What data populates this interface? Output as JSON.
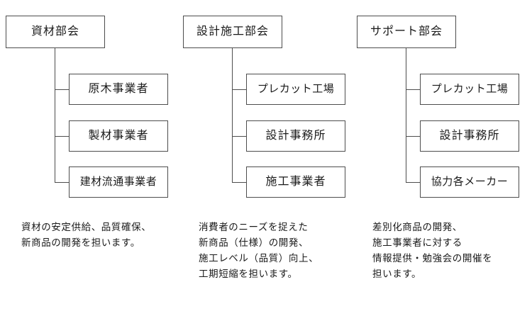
{
  "diagram": {
    "type": "org-chart",
    "title": "",
    "columns": [
      {
        "id": "shizai",
        "header": "資材部会",
        "children": [
          "原木事業者",
          "製材事業者",
          "建材流通事業者"
        ],
        "caption_lines": [
          "資材の安定供給、品質確保、",
          "新商品の開発を担います。"
        ]
      },
      {
        "id": "sekkei-sekou",
        "header": "設計施工部会",
        "children": [
          "プレカット工場",
          "設計事務所",
          "施工事業者"
        ],
        "caption_lines": [
          "消費者のニーズを捉えた",
          "新商品（仕様）の開発、",
          "施工レベル（品質）向上、",
          "工期短縮を担います。"
        ]
      },
      {
        "id": "support",
        "header": "サポート部会",
        "children": [
          "プレカット工場",
          "設計事務所",
          "協力各メーカー"
        ],
        "caption_lines": [
          "差別化商品の開発、",
          "施工事業者に対する",
          "情報提供・勉強会の開催を",
          "担います。"
        ]
      }
    ]
  },
  "colors": {
    "background": "#ffffff",
    "box_border": "#4d4d4d",
    "connector": "#4d4d4d",
    "text": "#1a1a1a"
  }
}
